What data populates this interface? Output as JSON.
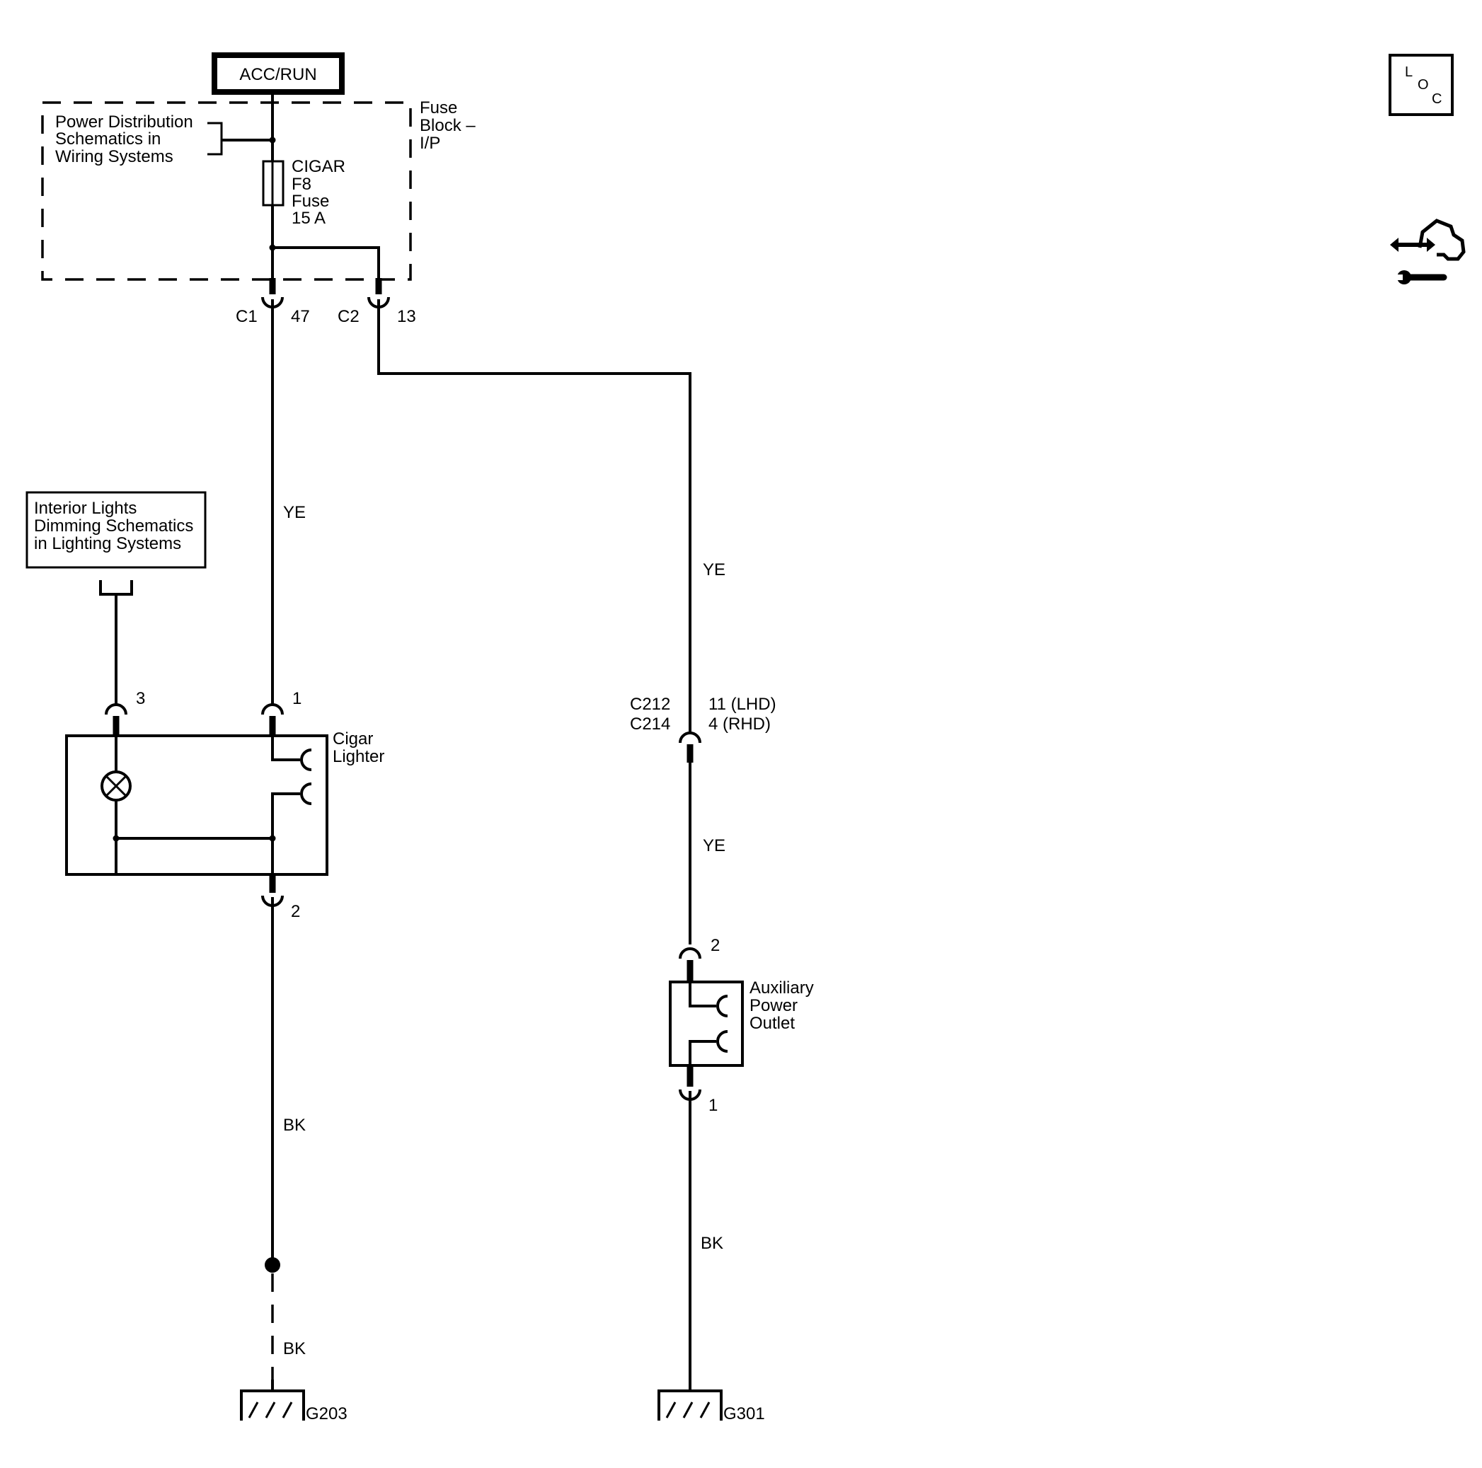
{
  "power_source": {
    "label": "ACC/RUN"
  },
  "fuse_block": {
    "title_lines": [
      "Fuse",
      "Block –",
      "I/P"
    ],
    "ref_lines": [
      "Power Distribution",
      "Schematics in",
      "Wiring Systems"
    ],
    "fuse_lines": [
      "CIGAR",
      "F8",
      "Fuse",
      "15 A"
    ]
  },
  "connectors": {
    "c1": {
      "name": "C1",
      "pin": "47"
    },
    "c2": {
      "name": "C2",
      "pin": "13"
    },
    "c212": {
      "name": "C212",
      "pin": "11 (LHD)"
    },
    "c214": {
      "name": "C214",
      "pin": "4 (RHD)"
    }
  },
  "wires": {
    "left_upper": "YE",
    "right_upper": "YE",
    "right_middle": "YE",
    "left_lower": "BK",
    "left_ground": "BK",
    "right_lower": "BK"
  },
  "interior_lights_ref": {
    "lines": [
      "Interior Lights",
      "Dimming Schematics",
      "in Lighting Systems"
    ]
  },
  "cigar_lighter": {
    "label_lines": [
      "Cigar",
      "Lighter"
    ],
    "pin_lamp": "3",
    "pin_feed": "1",
    "pin_ground": "2"
  },
  "aux_outlet": {
    "label_lines": [
      "Auxiliary",
      "Power",
      "Outlet"
    ],
    "pin_feed": "2",
    "pin_ground": "1"
  },
  "grounds": {
    "left": "G203",
    "right": "G301"
  },
  "side_icons": {
    "loc": [
      "L",
      "O",
      "C"
    ],
    "loc_icon": "location-icon",
    "tools_icon": "wiring-tools-icon"
  }
}
